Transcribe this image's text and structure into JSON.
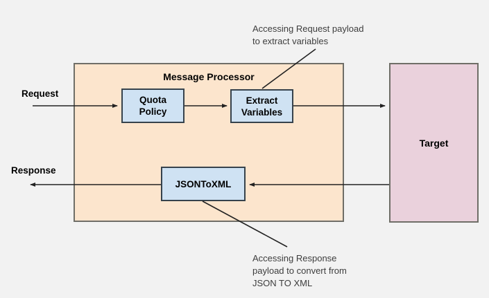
{
  "colors": {
    "background": "#f2f2f2",
    "processor_fill": "#fce5cd",
    "processor_border": "#6f6e67",
    "node_fill": "#cfe2f3",
    "node_border": "#36424c",
    "target_fill": "#ead1dc",
    "line": "#222222",
    "annotation_text": "#3d3d3d"
  },
  "flow_labels": {
    "request": "Request",
    "response": "Response"
  },
  "message_processor": {
    "title": "Message Processor"
  },
  "nodes": {
    "quota_policy": {
      "label": "Quota\nPolicy"
    },
    "extract_variables": {
      "label": "Extract\nVariables"
    },
    "json_to_xml": {
      "label": "JSONToXML"
    },
    "target": {
      "label": "Target"
    }
  },
  "annotations": {
    "request_payload": {
      "text": "Accessing Request payload\nto extract variables"
    },
    "response_payload": {
      "text": "Accessing Response\npayload to convert from\nJSON TO XML"
    }
  }
}
